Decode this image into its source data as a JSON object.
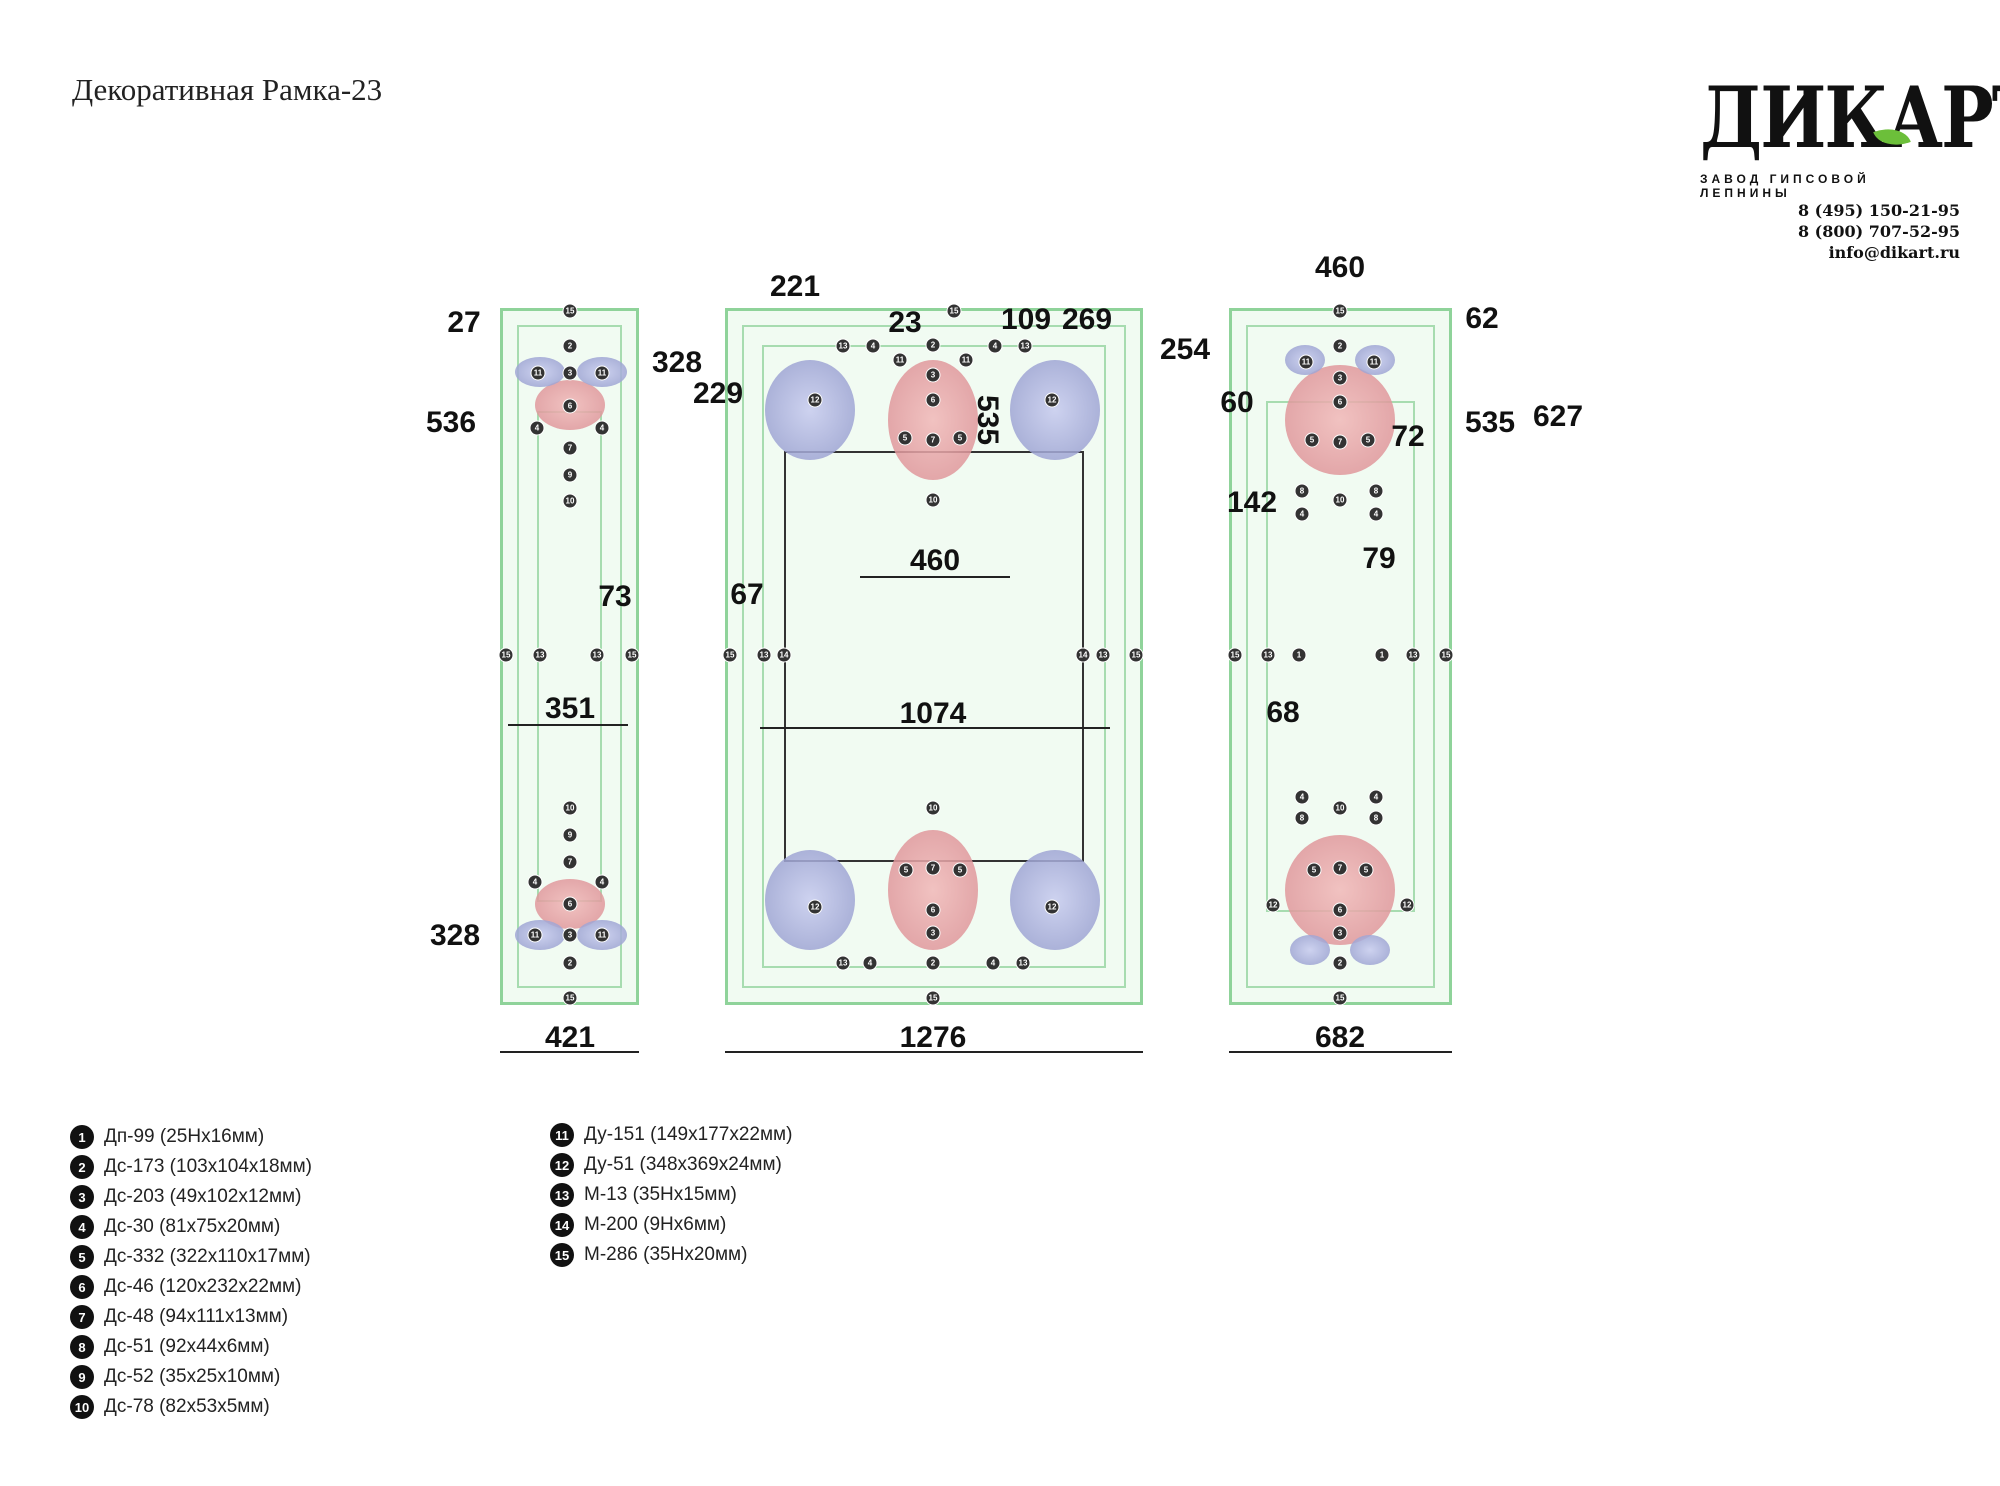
{
  "title": "Декоративная Рамка-23",
  "logo": {
    "brand": "ДИКАРТ",
    "tagline": "ЗАВОД ГИПСОВОЙ ЛЕПНИНЫ",
    "phone1": "8 (495) 150-21-95",
    "phone2": "8 (800) 707-52-95",
    "email": "info@dikart.ru"
  },
  "dimensions": {
    "left": [
      "27",
      "328",
      "536",
      "73",
      "351",
      "328",
      "421"
    ],
    "middle": [
      "221",
      "23",
      "109",
      "269",
      "229",
      "535",
      "460",
      "67",
      "1074",
      "1276"
    ],
    "right": [
      "460",
      "62",
      "254",
      "60",
      "72",
      "535",
      "627",
      "142",
      "79",
      "68",
      "682"
    ]
  },
  "markers": {
    "left": [
      "15",
      "2",
      "3",
      "11",
      "11",
      "6",
      "4",
      "4",
      "7",
      "9",
      "10",
      "15",
      "13",
      "13",
      "15",
      "10",
      "9",
      "7",
      "4",
      "4",
      "6",
      "11",
      "3",
      "11",
      "2",
      "15"
    ],
    "middle": [
      "15",
      "2",
      "3",
      "11",
      "11",
      "6",
      "5",
      "7",
      "5",
      "10",
      "12",
      "12",
      "13",
      "4",
      "4",
      "13",
      "15",
      "13",
      "14",
      "14",
      "13",
      "15",
      "10",
      "7",
      "5",
      "5",
      "6",
      "3",
      "12",
      "12",
      "2",
      "4",
      "4",
      "13",
      "13",
      "15"
    ],
    "right": [
      "15",
      "2",
      "3",
      "11",
      "11",
      "6",
      "5",
      "7",
      "5",
      "10",
      "8",
      "4",
      "8",
      "4",
      "15",
      "13",
      "1",
      "1",
      "13",
      "15",
      "4",
      "8",
      "4",
      "8",
      "10",
      "5",
      "7",
      "5",
      "6",
      "3",
      "12",
      "12",
      "2",
      "15"
    ]
  },
  "legend": [
    {
      "n": "1",
      "text": "Дп-99 (25Нх16мм)"
    },
    {
      "n": "2",
      "text": "Дс-173 (103х104х18мм)"
    },
    {
      "n": "3",
      "text": "Дс-203 (49х102х12мм)"
    },
    {
      "n": "4",
      "text": "Дс-30 (81х75х20мм)"
    },
    {
      "n": "5",
      "text": "Дс-332 (322х110х17мм)"
    },
    {
      "n": "6",
      "text": "Дс-46 (120х232х22мм)"
    },
    {
      "n": "7",
      "text": "Дс-48 (94х111х13мм)"
    },
    {
      "n": "8",
      "text": "Дс-51 (92х44х6мм)"
    },
    {
      "n": "9",
      "text": "Дс-52 (35х25х10мм)"
    },
    {
      "n": "10",
      "text": "Дс-78 (82х53х5мм)"
    },
    {
      "n": "11",
      "text": "Ду-151 (149х177х22мм)"
    },
    {
      "n": "12",
      "text": "Ду-51 (348х369х24мм)"
    },
    {
      "n": "13",
      "text": "М-13 (35Нх15мм)"
    },
    {
      "n": "14",
      "text": "М-200 (9Нх6мм)"
    },
    {
      "n": "15",
      "text": "М-286 (35Нх20мм)"
    }
  ]
}
